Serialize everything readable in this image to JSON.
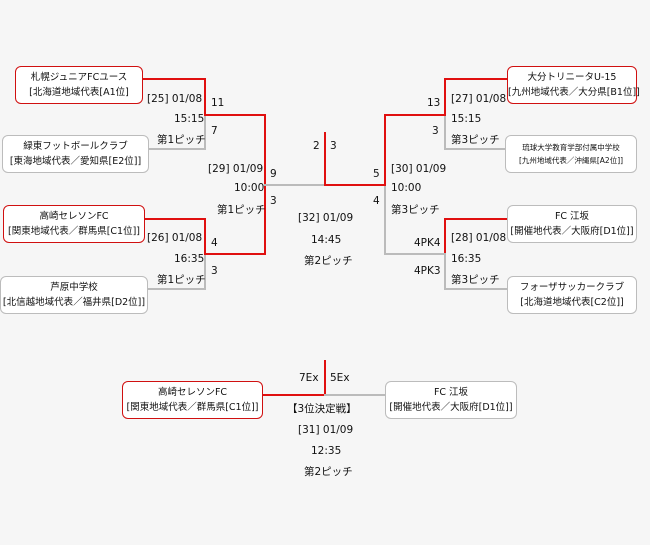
{
  "teams": {
    "sapporo": {
      "name": "札幌ジュニアFCユース",
      "region": "[北海道地域代表[A1位]"
    },
    "ryokuto": {
      "name": "緑東フットボールクラブ",
      "region": "[東海地域代表／愛知県[E2位]]"
    },
    "takasaki1": {
      "name": "高崎セレソンFC",
      "region": "[関東地域代表／群馬県[C1位]]"
    },
    "ashihara": {
      "name": "芦原中学校",
      "region": "[北信越地域代表／福井県[D2位]]"
    },
    "oita": {
      "name": "大分トリニータU-15",
      "region": "[九州地域代表／大分県[B1位]]"
    },
    "ryukyu": {
      "name": "琉球大学教育学部付属中学校",
      "region": "[九州地域代表／沖縄県[A2位]]"
    },
    "koe1": {
      "name": "FC 江坂",
      "region": "[開催地代表／大阪府[D1位]]"
    },
    "forza": {
      "name": "フォーザサッカークラブ",
      "region": "[北海道地域代表[C2位]]"
    },
    "takasaki2": {
      "name": "高崎セレソンFC",
      "region": "[関東地域代表／群馬県[C1位]]"
    },
    "koe2": {
      "name": "FC 江坂",
      "region": "[開催地代表／大阪府[D1位]]"
    }
  },
  "matches": {
    "m25": {
      "id": "[25] 01/08",
      "time": "15:15",
      "pitch": "第1ピッチ",
      "score_top": "11",
      "score_bottom": "7"
    },
    "m26": {
      "id": "[26] 01/08",
      "time": "16:35",
      "pitch": "第1ピッチ",
      "score_top": "4",
      "score_bottom": "3"
    },
    "m27": {
      "id": "[27] 01/08",
      "time": "15:15",
      "pitch": "第3ピッチ",
      "score_top": "13",
      "score_bottom": "3"
    },
    "m28": {
      "id": "[28] 01/08",
      "time": "16:35",
      "pitch": "第3ピッチ",
      "score_top": "4PK4",
      "score_bottom": "4PK3"
    },
    "m29": {
      "id": "[29] 01/09",
      "time": "10:00",
      "pitch": "第1ピッチ",
      "score_top": "9",
      "score_bottom": "3"
    },
    "m30": {
      "id": "[30] 01/09",
      "time": "10:00",
      "pitch": "第3ピッチ",
      "score_top": "5",
      "score_bottom": "4"
    },
    "m32": {
      "id": "[32] 01/09",
      "time": "14:45",
      "pitch": "第2ピッチ",
      "score_left": "2",
      "score_right": "3"
    },
    "m31": {
      "label": "【3位決定戦】",
      "id": "[31] 01/09",
      "time": "12:35",
      "pitch": "第2ピッチ",
      "score_left": "7Ex",
      "score_right": "5Ex"
    }
  },
  "colors": {
    "winner_line": "#e01010",
    "loser_line": "#bbbbbb",
    "winner_border": "#d01010"
  }
}
